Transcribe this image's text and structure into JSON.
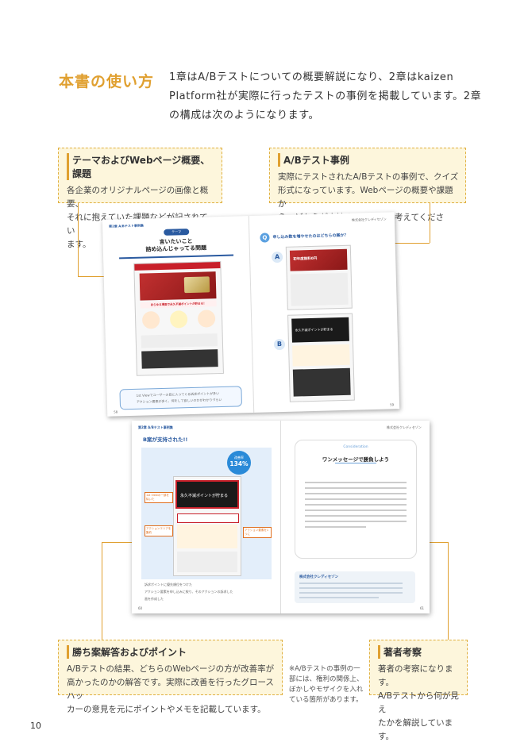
{
  "header": {
    "title": "本書の使い方",
    "intro_line1": "1章はA/Bテストについての概要解説になり、2章はkaizen",
    "intro_line2": "Platform社が実際に行ったテストの事例を掲載しています。2章",
    "intro_line3": "の構成は次のようになります。"
  },
  "boxes": {
    "theme": {
      "heading": "テーマおよびWebページ概要、課題",
      "line1": "各企業のオリジナルページの画像と概要、",
      "line2": "それに抱えていた課題などが記されてい",
      "line3": "ます。"
    },
    "case": {
      "heading": "A/Bテスト事例",
      "line1": "実際にテストされたA/Bテストの事例で、クイズ",
      "line2": "形式になっています。Webページの概要や課題か",
      "line3": "ら、どちらが支持された事例か考えてください。"
    },
    "answer": {
      "heading": "勝ち案解答およびポイント",
      "line1": "A/Bテストの結果、どちらのWebページの方が改善率が",
      "line2": "高かったのかの解答です。実際に改善を行ったグロースハッ",
      "line3": "カーの意見を元にポイントやメモを記載しています。"
    },
    "author": {
      "heading": "著者考察",
      "line1": "著者の考察になります。",
      "line2": "A/Bテストから何が見え",
      "line3": "たかを解説しています。"
    }
  },
  "note": {
    "line1": "※A/Bテストの事例の一",
    "line2": "部には、権利の関係上、",
    "line3": "ぼかしやモザイクを入れ",
    "line4": "ている箇所があります。"
  },
  "spread1": {
    "chapter_tag": "第2章 A/Bテスト事例集",
    "company": "株式会社クレディセゾン",
    "theme_label": "テーマ",
    "theme_title1": "言いたいこと",
    "theme_title2": "詰め込んじゃってる問題",
    "question": "申し込み数を増やせたのはどちらの案か？",
    "q_mark": "Q",
    "a_label": "A",
    "b_label": "B",
    "card_text1": "初年度無料0円",
    "card_text2": "永久不滅ポイントが貯まる",
    "point_label": "あらゆる場面で永久不滅ポイントが貯まる！",
    "issue1": "1st Viewでユーザーの目に入ってくる訴求ポイントが多い",
    "issue2": "アクション要素が多く、何をして欲しいのかがわかりづらい",
    "page_left": "58",
    "page_right": "59"
  },
  "spread2": {
    "chapter_tag": "第2章 A/Bテスト事例集",
    "company": "株式会社クレディセゾン",
    "winner": "B案が支持された!!",
    "rate_label": "改善率",
    "rate_value": "134%",
    "card_text": "永久不滅ポイントが貯まる",
    "memo1": "1st Viewの一部を除いた",
    "memo2": "アクションエリアを集約",
    "memo3": "アクション要素を1つに",
    "point1": "訴求ポイントに優先順位をつけた",
    "point2": "アクション要素を申し込みに絞り、そのアクションの訴求した",
    "point3": "画を作成した",
    "consideration_label": "Consideration",
    "consideration_title": "ワンメッセージで勝負しよう",
    "company_box": "株式会社クレディセゾン",
    "page_left": "60",
    "page_right": "61"
  },
  "footer": {
    "page_number": "10"
  }
}
